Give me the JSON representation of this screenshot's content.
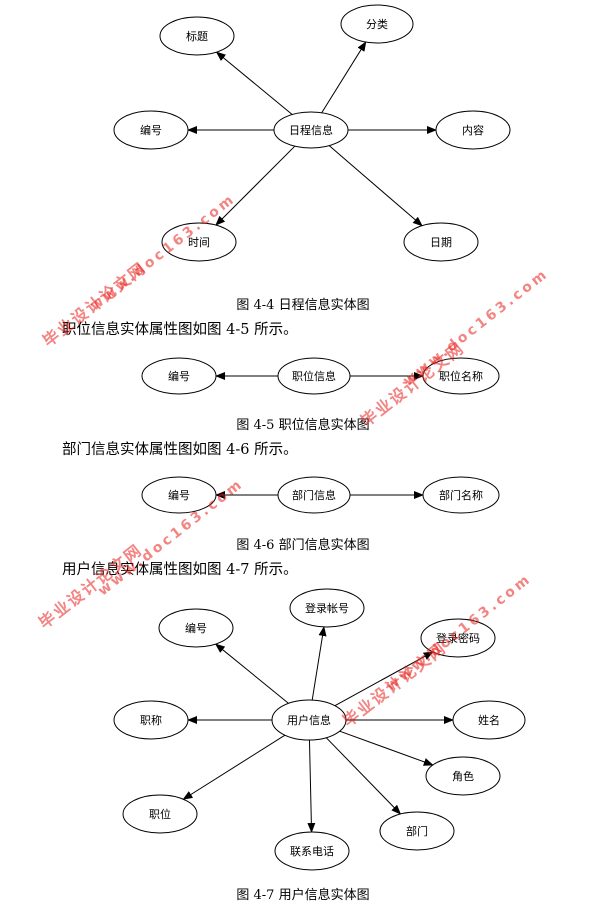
{
  "figures": [
    {
      "id": "schedule",
      "center": "日程信息",
      "attributes": [
        "标题",
        "分类",
        "编号",
        "内容",
        "时间",
        "日期"
      ],
      "caption": "图 4-4 日程信息实体图"
    },
    {
      "id": "position",
      "center": "职位信息",
      "attributes": [
        "编号",
        "职位名称"
      ],
      "caption": "图 4-5 职位信息实体图"
    },
    {
      "id": "department",
      "center": "部门信息",
      "attributes": [
        "编号",
        "部门名称"
      ],
      "caption": "图 4-6 部门信息实体图"
    },
    {
      "id": "user",
      "center": "用户信息",
      "attributes": [
        "编号",
        "登录帐号",
        "登录密码",
        "职称",
        "姓名",
        "角色",
        "职位",
        "部门",
        "联系电话"
      ],
      "caption": "图 4-7 用户信息实体图"
    }
  ],
  "paragraphs": {
    "p1": "职位信息实体属性图如图 4-5 所示。",
    "p2": "部门信息实体属性图如图 4-6 所示。",
    "p3": "用户信息实体属性图如图 4-7 所示。"
  },
  "watermark": {
    "text": "毕业设计论文网",
    "url": "www.doc163.com",
    "color": "#e8211d"
  }
}
